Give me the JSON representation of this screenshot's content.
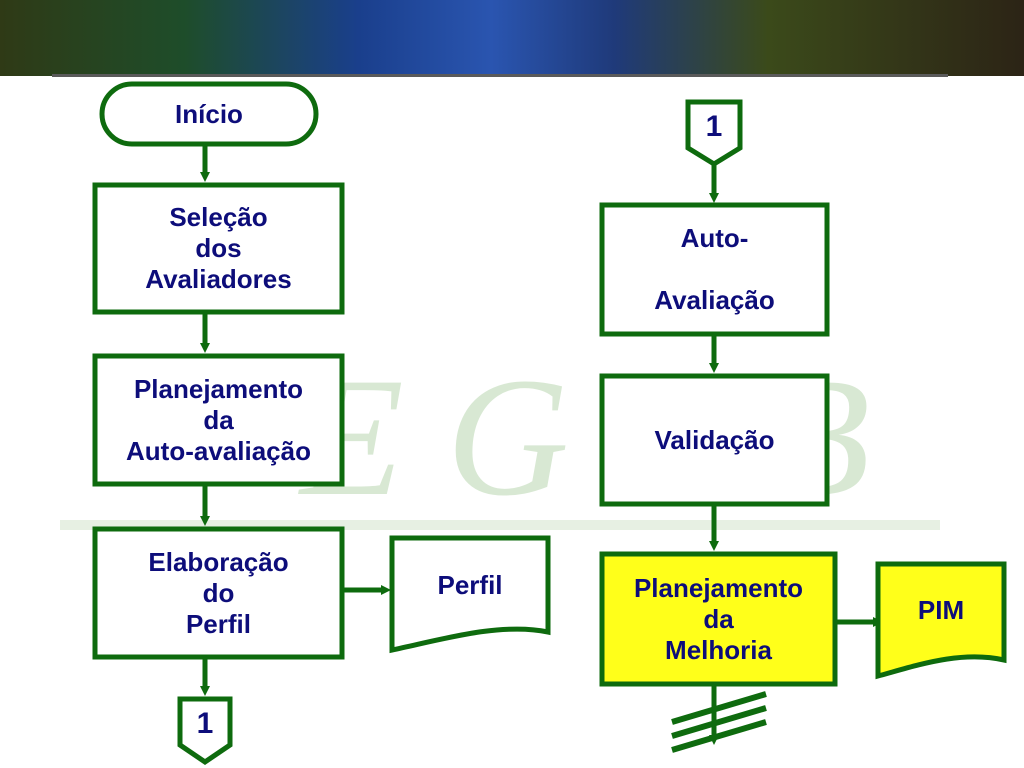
{
  "flowchart": {
    "start": "Início",
    "selection": "Seleção\ndos\nAvaliadores",
    "planning_self_eval": "Planejamento\nda\nAuto-avaliação",
    "profile_elaboration": "Elaboração\ndo\nPerfil",
    "profile_doc": "Perfil",
    "connector_bottom": "1",
    "connector_top": "1",
    "self_eval": "Auto-\n\nAvaliação",
    "validation": "Validação",
    "improvement_planning": "Planejamento\nda\nMelhoria",
    "pim_doc": "PIM"
  },
  "colors": {
    "stroke": "#0e6b0e",
    "text": "#0d0d7a",
    "highlight": "#ffff1a"
  }
}
